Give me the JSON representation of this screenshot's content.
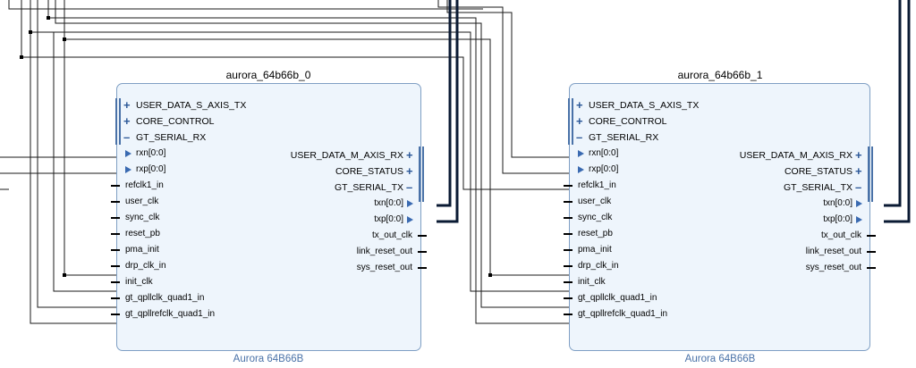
{
  "blocks": [
    {
      "title": "aurora_64b66b_0",
      "subtitle": "Aurora 64B66B",
      "left_ports": [
        {
          "label": "USER_DATA_S_AXIS_TX",
          "kind": "plus"
        },
        {
          "label": "CORE_CONTROL",
          "kind": "plus"
        },
        {
          "label": "GT_SERIAL_RX",
          "kind": "minus"
        },
        {
          "label": "rxn[0:0]",
          "kind": "tri"
        },
        {
          "label": "rxp[0:0]",
          "kind": "tri"
        },
        {
          "label": "refclk1_in",
          "kind": "stub"
        },
        {
          "label": "user_clk",
          "kind": "stub"
        },
        {
          "label": "sync_clk",
          "kind": "stub"
        },
        {
          "label": "reset_pb",
          "kind": "stub"
        },
        {
          "label": "pma_init",
          "kind": "stub"
        },
        {
          "label": "drp_clk_in",
          "kind": "stub"
        },
        {
          "label": "init_clk",
          "kind": "stub"
        },
        {
          "label": "gt_qpllclk_quad1_in",
          "kind": "stub"
        },
        {
          "label": "gt_qpllrefclk_quad1_in",
          "kind": "stub"
        }
      ],
      "right_ports": [
        {
          "label": "USER_DATA_M_AXIS_RX",
          "kind": "plus"
        },
        {
          "label": "CORE_STATUS",
          "kind": "plus"
        },
        {
          "label": "GT_SERIAL_TX",
          "kind": "minus"
        },
        {
          "label": "txn[0:0]",
          "kind": "tri"
        },
        {
          "label": "txp[0:0]",
          "kind": "tri"
        },
        {
          "label": "tx_out_clk",
          "kind": "stub"
        },
        {
          "label": "link_reset_out",
          "kind": "stub"
        },
        {
          "label": "sys_reset_out",
          "kind": "stub"
        }
      ]
    },
    {
      "title": "aurora_64b66b_1",
      "subtitle": "Aurora 64B66B",
      "left_ports": [
        {
          "label": "USER_DATA_S_AXIS_TX",
          "kind": "plus"
        },
        {
          "label": "CORE_CONTROL",
          "kind": "plus"
        },
        {
          "label": "GT_SERIAL_RX",
          "kind": "minus"
        },
        {
          "label": "rxn[0:0]",
          "kind": "tri"
        },
        {
          "label": "rxp[0:0]",
          "kind": "tri"
        },
        {
          "label": "refclk1_in",
          "kind": "stub"
        },
        {
          "label": "user_clk",
          "kind": "stub"
        },
        {
          "label": "sync_clk",
          "kind": "stub"
        },
        {
          "label": "reset_pb",
          "kind": "stub"
        },
        {
          "label": "pma_init",
          "kind": "stub"
        },
        {
          "label": "drp_clk_in",
          "kind": "stub"
        },
        {
          "label": "init_clk",
          "kind": "stub"
        },
        {
          "label": "gt_qpllclk_quad1_in",
          "kind": "stub"
        },
        {
          "label": "gt_qpllrefclk_quad1_in",
          "kind": "stub"
        }
      ],
      "right_ports": [
        {
          "label": "USER_DATA_M_AXIS_RX",
          "kind": "plus"
        },
        {
          "label": "CORE_STATUS",
          "kind": "plus"
        },
        {
          "label": "GT_SERIAL_TX",
          "kind": "minus"
        },
        {
          "label": "txn[0:0]",
          "kind": "tri"
        },
        {
          "label": "txp[0:0]",
          "kind": "tri"
        },
        {
          "label": "tx_out_clk",
          "kind": "stub"
        },
        {
          "label": "link_reset_out",
          "kind": "stub"
        },
        {
          "label": "sys_reset_out",
          "kind": "stub"
        }
      ]
    }
  ],
  "colors": {
    "block_fill": "#eef5fc",
    "block_border": "#7f9fc4",
    "accent": "#3a6ab1",
    "subtitle": "#4a72a8",
    "wire": "#000000",
    "bus_wire": "#0a1a33"
  }
}
